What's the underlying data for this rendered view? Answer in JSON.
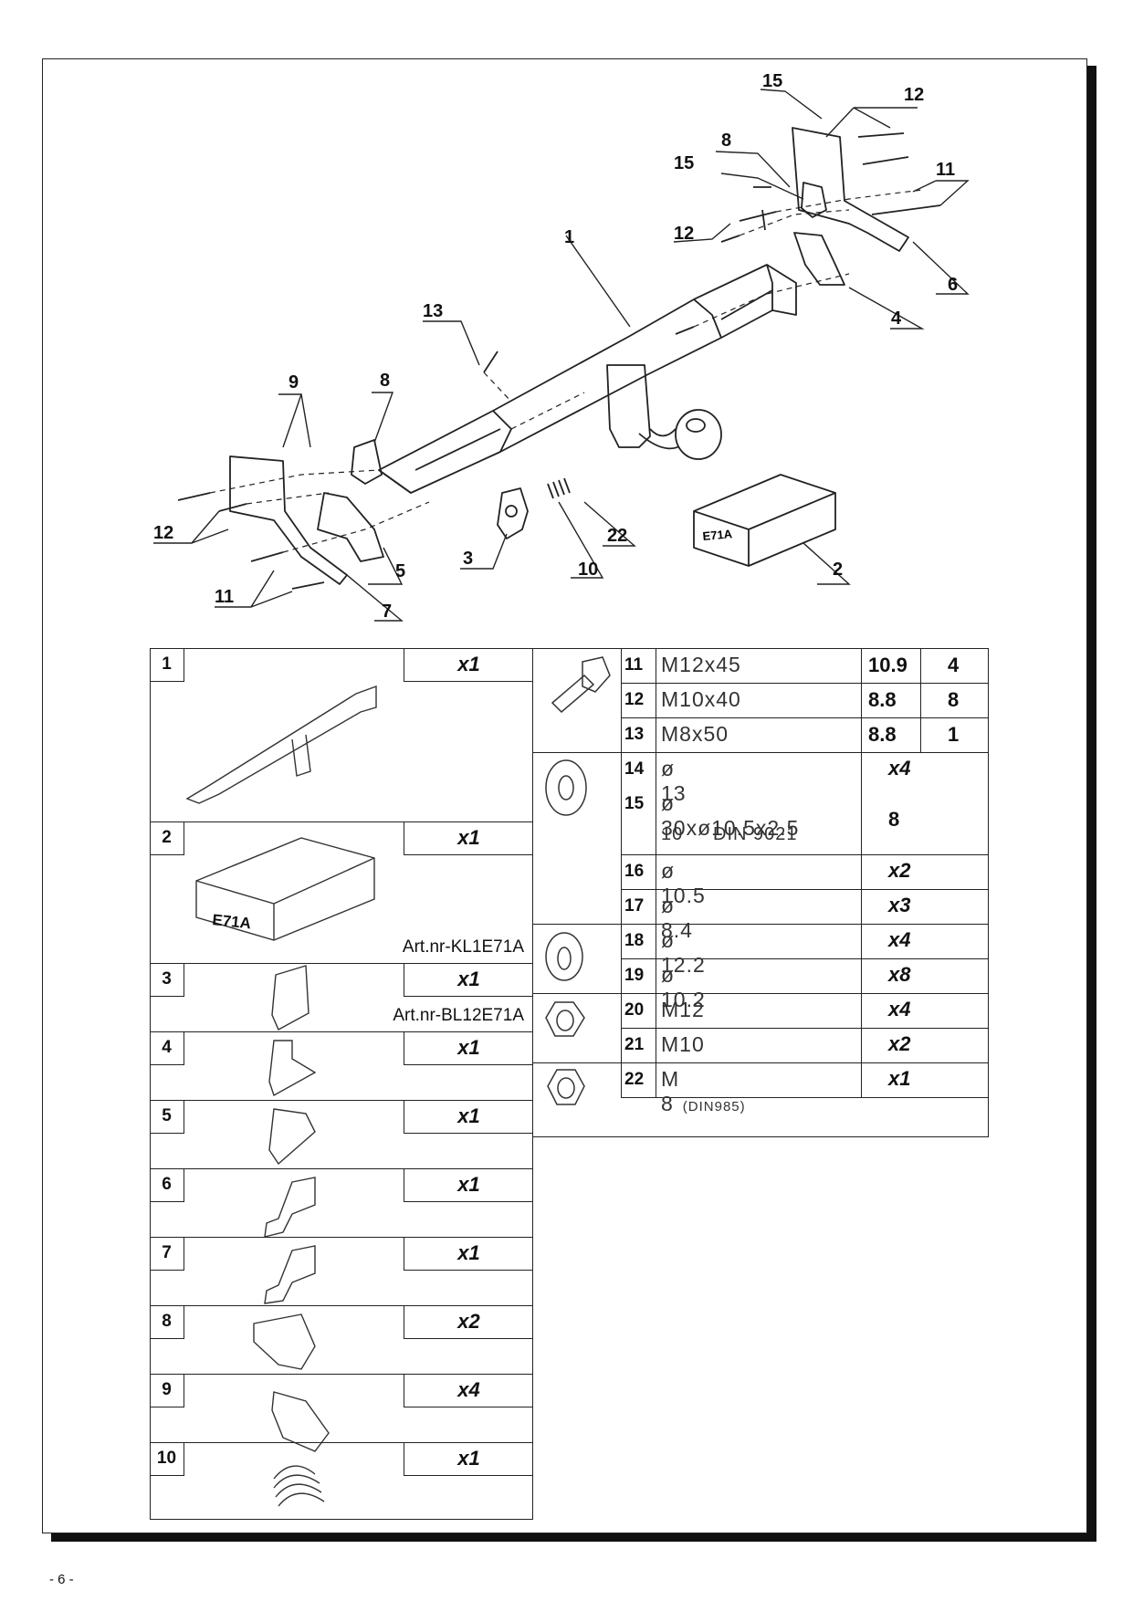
{
  "page_number": "- 6 -",
  "diagram_callouts": [
    "1",
    "2",
    "3",
    "4",
    "5",
    "6",
    "7",
    "8",
    "8",
    "9",
    "10",
    "11",
    "11",
    "12",
    "12",
    "12",
    "13",
    "15",
    "15",
    "22"
  ],
  "box_label": "E71A",
  "parts": [
    {
      "no": "1",
      "qty": "x1",
      "art": ""
    },
    {
      "no": "2",
      "qty": "x1",
      "art": "Art.nr-KL1E71A"
    },
    {
      "no": "3",
      "qty": "x1",
      "art": "Art.nr-BL12E71A"
    },
    {
      "no": "4",
      "qty": "x1",
      "art": ""
    },
    {
      "no": "5",
      "qty": "x1",
      "art": ""
    },
    {
      "no": "6",
      "qty": "x1",
      "art": ""
    },
    {
      "no": "7",
      "qty": "x1",
      "art": ""
    },
    {
      "no": "8",
      "qty": "x2",
      "art": ""
    },
    {
      "no": "9",
      "qty": "x4",
      "art": ""
    },
    {
      "no": "10",
      "qty": "x1",
      "art": ""
    }
  ],
  "hardware": [
    {
      "no": "11",
      "desc": "M12x45",
      "grade": "10.9",
      "qty": "4"
    },
    {
      "no": "12",
      "desc": "M10x40",
      "grade": "8.8",
      "qty": "8"
    },
    {
      "no": "13",
      "desc": "M8x50",
      "grade": "8.8",
      "qty": "1"
    },
    {
      "no": "14",
      "desc": "ø 13",
      "qty": "x4"
    },
    {
      "no": "15",
      "desc": "ø 30xø10.5x2.5",
      "desc2": "10     DIN 9021",
      "qty": "8"
    },
    {
      "no": "16",
      "desc": "ø 10.5",
      "qty": "x2"
    },
    {
      "no": "17",
      "desc": "ø 8.4",
      "qty": "x3"
    },
    {
      "no": "18",
      "desc": "ø 12.2",
      "qty": "x4"
    },
    {
      "no": "19",
      "desc": "ø 10.2",
      "qty": "x8"
    },
    {
      "no": "20",
      "desc": "M12",
      "qty": "x4"
    },
    {
      "no": "21",
      "desc": "M10",
      "qty": "x2"
    },
    {
      "no": "22",
      "desc": "M 8",
      "desc_small": "(DIN985)",
      "qty": "x1"
    }
  ]
}
